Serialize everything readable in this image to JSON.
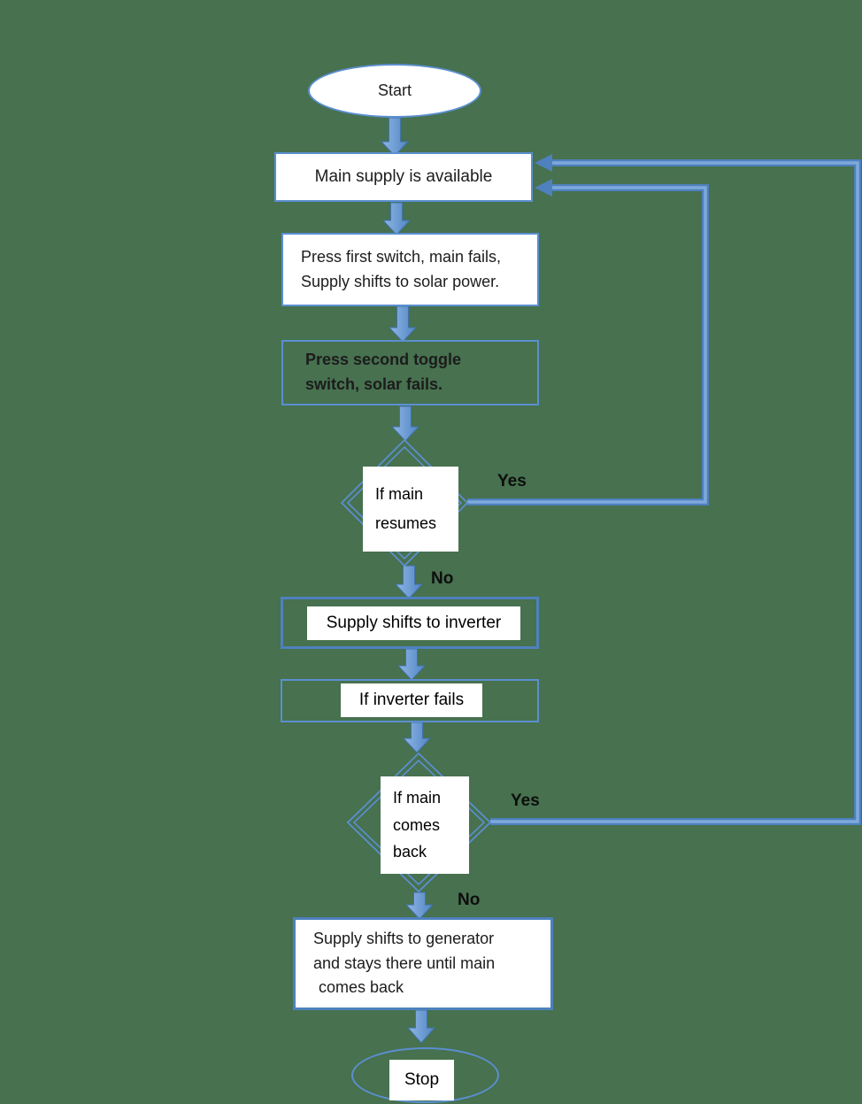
{
  "background_color": "#47714F",
  "accent_blue": "#4E81BD",
  "nodes": {
    "start": {
      "label": "Start"
    },
    "main_supply": {
      "label": "Main supply is available"
    },
    "press_first_switch": {
      "lines": [
        "Press first switch, main fails,",
        "Supply shifts to solar power."
      ]
    },
    "press_second_toggle": {
      "lines": [
        "Press second toggle",
        "switch, solar fails."
      ]
    },
    "if_main_resumes": {
      "lines": [
        "If main",
        "resumes"
      ]
    },
    "supply_shifts_inverter": {
      "label": "Supply shifts to inverter"
    },
    "if_inverter_fails": {
      "label": "If inverter fails"
    },
    "if_main_comes_back": {
      "lines": [
        "If main",
        "comes",
        "back"
      ]
    },
    "supply_shifts_generator": {
      "lines": [
        "Supply shifts to generator",
        "and stays there until main",
        "comes back"
      ]
    },
    "stop": {
      "label": "Stop"
    }
  },
  "edge_labels": {
    "resumes_yes": "Yes",
    "resumes_no": "No",
    "comes_back_yes": "Yes",
    "comes_back_no": "No"
  }
}
